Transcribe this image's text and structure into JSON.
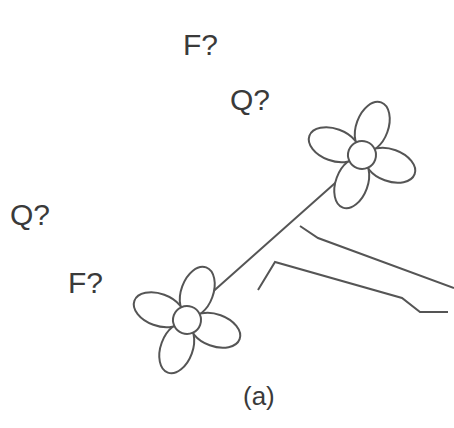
{
  "diagram": {
    "labels": [
      "F?",
      "Q?",
      "Q?",
      "F?",
      "(a)"
    ]
  }
}
